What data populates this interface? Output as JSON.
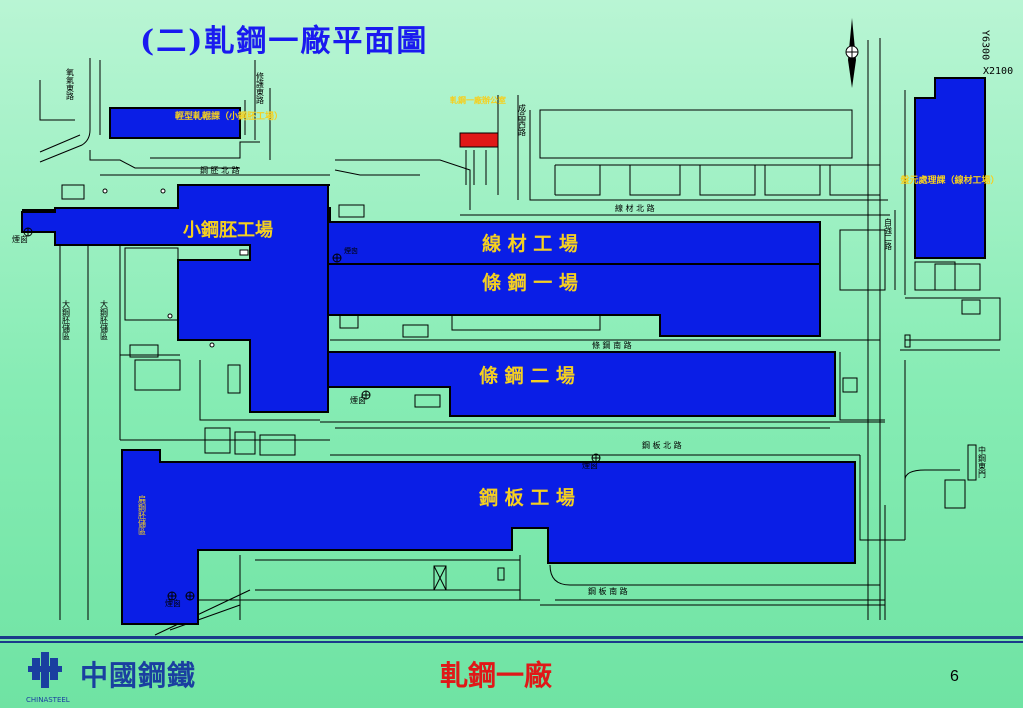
{
  "title": "(二)軋鋼一廠平面圖",
  "coords": [
    "Y6300",
    "X2100"
  ],
  "buildings": {
    "small_billet_office": "輕型軋輥課（小鋼胚工場）",
    "small_billet": "小鋼胚工場",
    "wire_rod": "線 材 工 場",
    "bar1": "條 鋼 一 場",
    "bar2": "條 鋼 二 場",
    "plate": "鋼 板 工 場",
    "coil": "盤元處理課（線材工場）",
    "office": "軋鋼一廠辦公室"
  },
  "roads": {
    "oxygen_east": "氧氣東路",
    "repair_east": "修護東路",
    "billet_north": "鋼 胚 北 路",
    "product_west": "成品西路",
    "wire_north": "線 材 北 路",
    "bar_south": "條 鋼 南 路",
    "plate_north": "鋼 板 北 路",
    "plate_south": "鋼 板 南 路",
    "zigiang2": "自強二路",
    "cs_east_gate": "中鋼東門"
  },
  "areas": {
    "yard1": "大鋼胚儲區",
    "yard2": "大鋼胚儲區",
    "flat_yard": "扁鋼胚儲區"
  },
  "chimney": "煙囪",
  "footer": {
    "company": "中國鋼鐵",
    "company_en": "CHINASTEEL",
    "plant": "軋鋼一廠",
    "page": "6"
  },
  "colors": {
    "building": "#0a1ee6",
    "label": "#f5d020",
    "office": "#e01818",
    "title": "#1a1af0"
  }
}
